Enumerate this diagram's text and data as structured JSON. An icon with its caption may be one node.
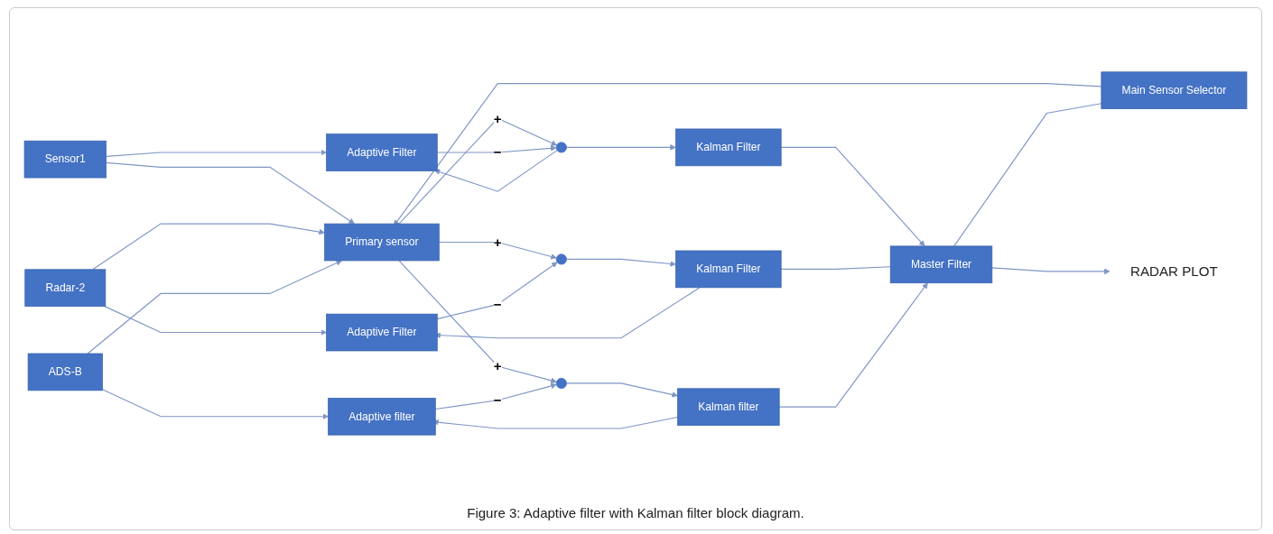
{
  "diagram": {
    "caption": "Figure 3: Adaptive filter with Kalman filter block diagram.",
    "nodes": [
      {
        "text": [
          "Primary sensor"
        ]
      },
      {
        "text": [
          "Sensor1"
        ]
      },
      {
        "text": [
          "Adaptive Filter"
        ]
      },
      {
        "text": [],
        "shape": "circle"
      },
      {
        "text": [
          "Kalman Filter"
        ]
      },
      {
        "text": [
          "Master Filter"
        ]
      },
      {
        "text": [
          "Radar-2"
        ]
      },
      {
        "text": [
          "Adaptive Filter"
        ]
      },
      {
        "text": [],
        "shape": "circle"
      },
      {
        "text": [
          "Kalman Filter"
        ]
      },
      {
        "text": [
          "ADS-B"
        ]
      },
      {
        "text": [
          "Adaptive filter"
        ]
      },
      {
        "text": [],
        "shape": "circle"
      },
      {
        "text": [
          "Kalman filter"
        ]
      },
      {
        "text": [
          "Main Sensor Selector"
        ]
      },
      {
        "text": [
          "RADAR PLOT"
        ]
      }
    ],
    "edges": [
      {
        "from": 14,
        "to": 0,
        "arrow": "to"
      },
      {
        "from": 1,
        "to": 0,
        "arrow": "to"
      },
      {
        "from": 6,
        "to": 0,
        "arrow": "to"
      },
      {
        "from": 10,
        "to": 0,
        "arrow": "to"
      },
      {
        "from": 0,
        "to": 3,
        "arrow": "to",
        "label": "+"
      },
      {
        "from": 0,
        "to": 8,
        "arrow": "to",
        "label": "+"
      },
      {
        "from": 0,
        "to": 12,
        "arrow": "to",
        "label": "+"
      },
      {
        "from": 1,
        "to": 2,
        "arrow": "to"
      },
      {
        "from": 2,
        "to": 3,
        "arrow": "to",
        "label": "−"
      },
      {
        "from": 3,
        "to": 4,
        "arrow": "to"
      },
      {
        "from": 3,
        "to": 2,
        "arrow": "to"
      },
      {
        "from": 4,
        "to": 5,
        "arrow": "to"
      },
      {
        "from": 6,
        "to": 7,
        "arrow": "to"
      },
      {
        "from": 7,
        "to": 8,
        "arrow": "to",
        "label": "−"
      },
      {
        "from": 8,
        "to": 9,
        "arrow": "to"
      },
      {
        "from": 9,
        "to": 7,
        "arrow": "to"
      },
      {
        "from": 9,
        "to": 5,
        "arrow": "none"
      },
      {
        "from": 10,
        "to": 11,
        "arrow": "to"
      },
      {
        "from": 11,
        "to": 12,
        "arrow": "to",
        "label": "−"
      },
      {
        "from": 12,
        "to": 13,
        "arrow": "to"
      },
      {
        "from": 13,
        "to": 11,
        "arrow": "to"
      },
      {
        "from": 13,
        "to": 5,
        "arrow": "to"
      },
      {
        "from": 5,
        "to": 14,
        "arrow": "none"
      },
      {
        "from": 5,
        "to": 15,
        "arrow": "to"
      }
    ]
  }
}
